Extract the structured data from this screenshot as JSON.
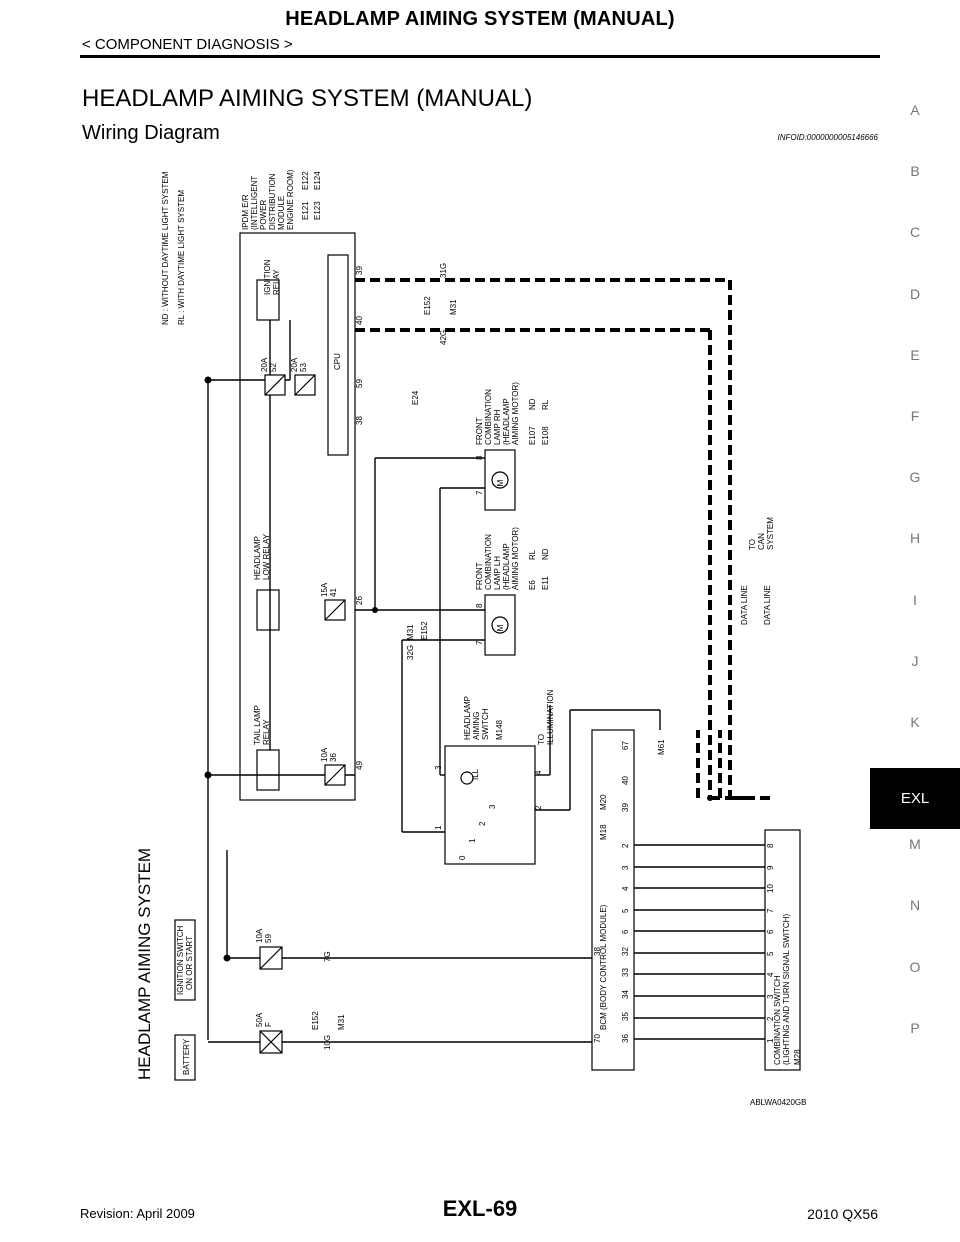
{
  "header": {
    "title": "HEADLAMP AIMING SYSTEM (MANUAL)",
    "subtitle": "< COMPONENT DIAGNOSIS >"
  },
  "section": {
    "title": "HEADLAMP AIMING SYSTEM (MANUAL)",
    "subtitle": "Wiring Diagram",
    "info_id": "INFOID:0000000005146666"
  },
  "side_index": [
    "A",
    "B",
    "C",
    "D",
    "E",
    "F",
    "G",
    "H",
    "I",
    "J",
    "K",
    "EXL",
    "M",
    "N",
    "O",
    "P"
  ],
  "side_active": "EXL",
  "diagram": {
    "system_title": "HEADLAMP AIMING SYSTEM",
    "legend_nd_tag": "ND",
    "legend_nd": ": WITHOUT DAYTIME LIGHT SYSTEM",
    "legend_rl_tag": "RL",
    "legend_rl": ": WITH DAYTIME LIGHT SYSTEM",
    "ipdm_label": [
      "IPDM E/R",
      "(INTELLIGENT",
      "POWER",
      "DISTRIBUTION",
      "MODULE",
      "ENGINE ROOM)"
    ],
    "ipdm_conns": [
      "E121",
      "E122",
      "E123",
      "E124"
    ],
    "ignition_relay": [
      "IGNITION",
      "RELAY"
    ],
    "headlamp_low_relay": [
      "HEADLAMP",
      "LOW RELAY"
    ],
    "tail_lamp_relay": [
      "TAIL LAMP",
      "RELAY"
    ],
    "cpu": "CPU",
    "fuses_ipdm": [
      {
        "rating": "20A",
        "num": "52"
      },
      {
        "rating": "20A",
        "num": "53"
      },
      {
        "rating": "15A",
        "num": "41"
      },
      {
        "rating": "10A",
        "num": "36"
      }
    ],
    "ipdm_pins": [
      "39",
      "40",
      "59",
      "38",
      "26",
      "49"
    ],
    "ground_ipdm": "E24",
    "conn_e152_top": "E152",
    "conn_m31_top": "M31",
    "term_31g": "31G",
    "term_42g": "42G",
    "front_rh": [
      "FRONT",
      "COMBINATION",
      "LAMP RH",
      "(HEADLAMP",
      "AIMING MOTOR)"
    ],
    "front_rh_conns": [
      "E107",
      "E108"
    ],
    "front_rh_tags": [
      "ND",
      "RL"
    ],
    "front_lh": [
      "FRONT",
      "COMBINATION",
      "LAMP LH",
      "(HEADLAMP",
      "AIMING MOTOR)"
    ],
    "front_lh_conns": [
      "E6",
      "E11"
    ],
    "front_lh_tags": [
      "RL",
      "ND"
    ],
    "motor_pins": [
      "7",
      "8"
    ],
    "motor_symbol": "M",
    "conn_m31_mid": "M31",
    "conn_e152_mid": "E152",
    "term_32g": "32G",
    "aiming_switch": [
      "HEADLAMP",
      "AIMING",
      "SWITCH"
    ],
    "aiming_switch_conn": "M148",
    "ill": "ILL",
    "switch_positions": [
      "0",
      "1",
      "2",
      "3"
    ],
    "switch_pins": [
      "1",
      "2",
      "3",
      "4"
    ],
    "to_illumination": [
      "TO",
      "ILLUMINATION"
    ],
    "data_line_1": "DATA LINE",
    "data_line_2": "DATA LINE",
    "to_can": [
      "TO",
      "CAN",
      "SYSTEM"
    ],
    "ground_m61": "M61",
    "bcm_label": "BCM (BODY CONTROL MODULE)",
    "bcm_conns": [
      "M18",
      "M20"
    ],
    "bcm_pins_top": [
      "67",
      "40",
      "39",
      "2",
      "3",
      "4",
      "5",
      "6",
      "32",
      "33",
      "34",
      "35",
      "36"
    ],
    "bcm_pins_side": [
      "38",
      "70"
    ],
    "combo_switch": [
      "COMBINATION SWITCH",
      "(LIGHTING AND TURN SIGNAL SWITCH)"
    ],
    "combo_switch_conn": "M28",
    "combo_pins": [
      "8",
      "9",
      "10",
      "7",
      "6",
      "5",
      "4",
      "3",
      "2",
      "1"
    ],
    "ignition_switch": [
      "IGNITION SWITCH",
      "ON OR START"
    ],
    "battery": "BATTERY",
    "fuse_10a": {
      "rating": "10A",
      "num": "59"
    },
    "fuse_50a": {
      "rating": "50A",
      "num": "F"
    },
    "term_7g": "7G",
    "term_10g": "10G",
    "conn_e152_bot": "E152",
    "conn_m31_bot": "M31"
  },
  "figure_code": "ABLWA0420GB",
  "footer": {
    "revision": "Revision: April 2009",
    "page": "EXL-69",
    "model": "2010 QX56"
  }
}
